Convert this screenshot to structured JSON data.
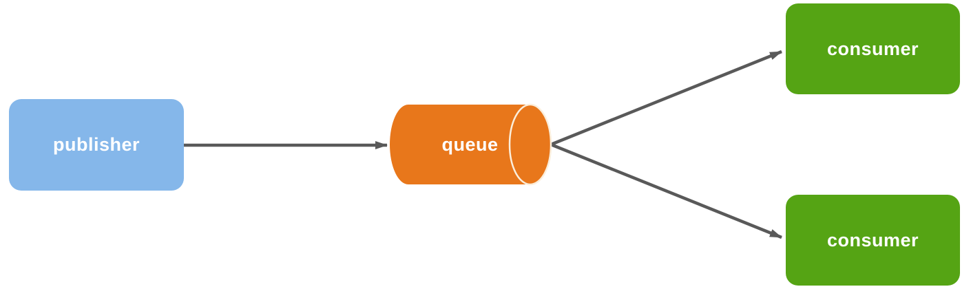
{
  "diagram": {
    "description": "publisher to queue to consumers message-flow diagram",
    "background_color": "#FFFFFF",
    "nodes": {
      "publisher": {
        "label": "publisher",
        "shape": "rounded-rectangle",
        "fill_color": "#85B7EA",
        "text_color": "#FFFFFF"
      },
      "queue": {
        "label": "queue",
        "shape": "horizontal-cylinder",
        "fill_color": "#E8771B",
        "rim_color": "#FBEEDB",
        "text_color": "#FFFFFF"
      },
      "consumer_top": {
        "label": "consumer",
        "shape": "rounded-rectangle",
        "fill_color": "#55A414",
        "text_color": "#FFFFFF"
      },
      "consumer_bottom": {
        "label": "consumer",
        "shape": "rounded-rectangle",
        "fill_color": "#55A414",
        "text_color": "#FFFFFF"
      }
    },
    "edges": [
      {
        "from": "publisher",
        "to": "queue"
      },
      {
        "from": "queue",
        "to": "consumer_top"
      },
      {
        "from": "queue",
        "to": "consumer_bottom"
      }
    ],
    "edge_color": "#595959"
  }
}
